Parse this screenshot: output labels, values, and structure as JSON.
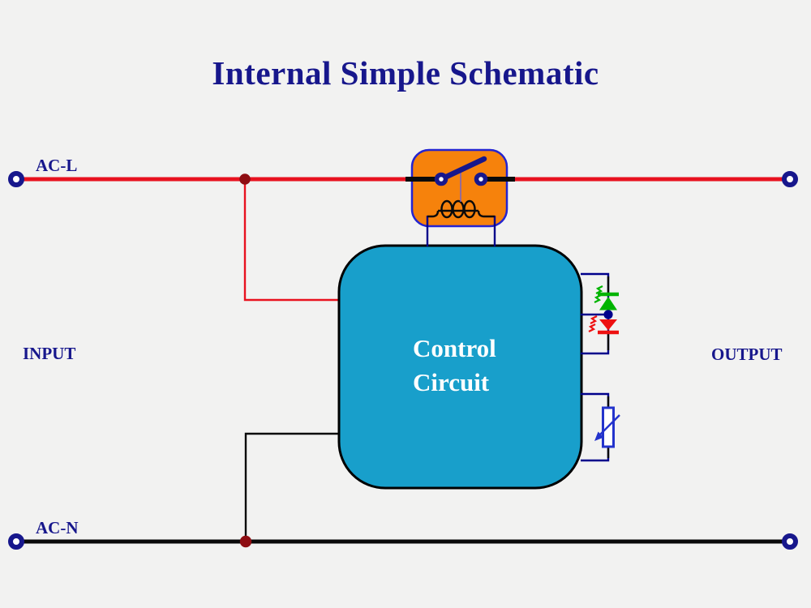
{
  "title": "Internal Simple Schematic",
  "labels": {
    "ac_l": "AC-L",
    "ac_n": "AC-N",
    "input": "INPUT",
    "output": "OUTPUT"
  },
  "control_circuit": {
    "line1": "Control",
    "line2": "Circuit"
  },
  "components": {
    "relay": "relay-switch-and-coil",
    "green_led": "green-led-indicator",
    "red_led": "red-led-indicator",
    "varistor": "varistor",
    "terminals": "screw-terminals"
  },
  "colors": {
    "background": "#f2f2f1",
    "navy_text": "#17178c",
    "wire_red": "#e8121f",
    "wire_black": "#0a0a0a",
    "wire_blue": "#00008b",
    "junction_dot": "#8e0d12",
    "relay_body": "#f6820c",
    "relay_border": "#2424d0",
    "control_box_fill": "#189fcb",
    "led_green": "#00b400",
    "led_red": "#ee1111",
    "varistor_blue": "#2333cc",
    "control_text": "#ffffff"
  }
}
